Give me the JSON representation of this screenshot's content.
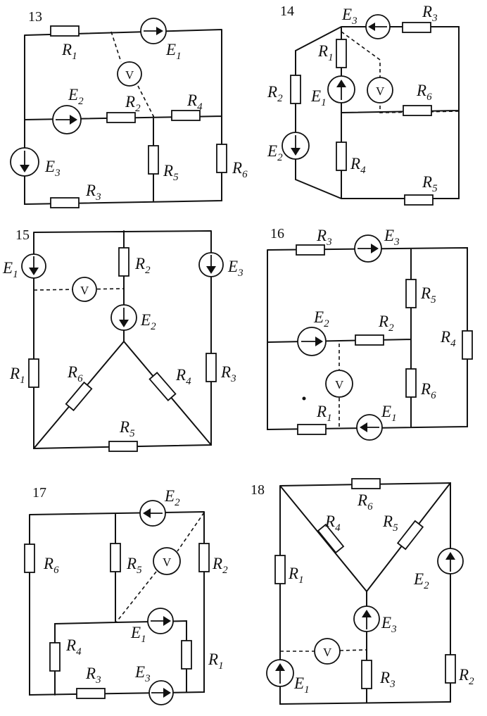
{
  "figures": [
    {
      "number": "13",
      "labels": {
        "R1": [
          "R",
          "1"
        ],
        "R2": [
          "R",
          "2"
        ],
        "R3": [
          "R",
          "3"
        ],
        "R4": [
          "R",
          "4"
        ],
        "R5": [
          "R",
          "5"
        ],
        "R6": [
          "R",
          "6"
        ],
        "E1": [
          "E",
          "1"
        ],
        "E2": [
          "E",
          "2"
        ],
        "E3": [
          "E",
          "3"
        ]
      }
    },
    {
      "number": "14",
      "labels": {
        "R1": [
          "R",
          "1"
        ],
        "R2": [
          "R",
          "2"
        ],
        "R3": [
          "R",
          "3"
        ],
        "R4": [
          "R",
          "4"
        ],
        "R5": [
          "R",
          "5"
        ],
        "R6": [
          "R",
          "6"
        ],
        "E1": [
          "E",
          "1"
        ],
        "E2": [
          "E",
          "2"
        ],
        "E3": [
          "E",
          "3"
        ]
      }
    },
    {
      "number": "15",
      "labels": {
        "R1": [
          "R",
          "1"
        ],
        "R2": [
          "R",
          "2"
        ],
        "R3": [
          "R",
          "3"
        ],
        "R4": [
          "R",
          "4"
        ],
        "R5": [
          "R",
          "5"
        ],
        "R6": [
          "R",
          "6"
        ],
        "E1": [
          "E",
          "1"
        ],
        "E2": [
          "E",
          "2"
        ],
        "E3": [
          "E",
          "3"
        ]
      }
    },
    {
      "number": "16",
      "labels": {
        "R1": [
          "R",
          "1"
        ],
        "R2": [
          "R",
          "2"
        ],
        "R3": [
          "R",
          "3"
        ],
        "R4": [
          "R",
          "4"
        ],
        "R5": [
          "R",
          "5"
        ],
        "R6": [
          "R",
          "6"
        ],
        "E1": [
          "E",
          "1"
        ],
        "E2": [
          "E",
          "2"
        ],
        "E3": [
          "E",
          "3"
        ]
      }
    },
    {
      "number": "17",
      "labels": {
        "R1": [
          "R",
          "1"
        ],
        "R2": [
          "R",
          "2"
        ],
        "R3": [
          "R",
          "3"
        ],
        "R4": [
          "R",
          "4"
        ],
        "R5": [
          "R",
          "5"
        ],
        "R6": [
          "R",
          "6"
        ],
        "E1": [
          "E",
          "1"
        ],
        "E2": [
          "E",
          "2"
        ],
        "E3": [
          "E",
          "3"
        ]
      }
    },
    {
      "number": "18",
      "labels": {
        "R1": [
          "R",
          "1"
        ],
        "R2": [
          "R",
          "2"
        ],
        "R3": [
          "R",
          "3"
        ],
        "R4": [
          "R",
          "4"
        ],
        "R5": [
          "R",
          "5"
        ],
        "R6": [
          "R",
          "6"
        ],
        "E1": [
          "E",
          "1"
        ],
        "E2": [
          "E",
          "2"
        ],
        "E3": [
          "E",
          "3"
        ]
      }
    }
  ],
  "voltmeter_symbol": "V"
}
